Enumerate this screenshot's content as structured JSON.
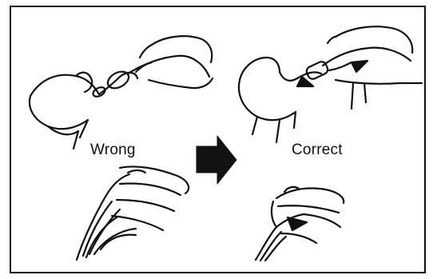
{
  "diagram": {
    "labels": {
      "wrong": "Wrong",
      "correct": "Correct"
    },
    "panels": [
      {
        "name": "wrong-top",
        "depicts": "hand-pinching-cable"
      },
      {
        "name": "correct-top",
        "depicts": "hand-pinching-cable"
      },
      {
        "name": "wrong-bottom",
        "depicts": "hand-holding-wire"
      },
      {
        "name": "correct-bottom",
        "depicts": "hand-holding-wire"
      }
    ],
    "arrow_icon": "right-arrow-icon",
    "colors": {
      "ink": "#111111",
      "background": "#ffffff"
    }
  }
}
